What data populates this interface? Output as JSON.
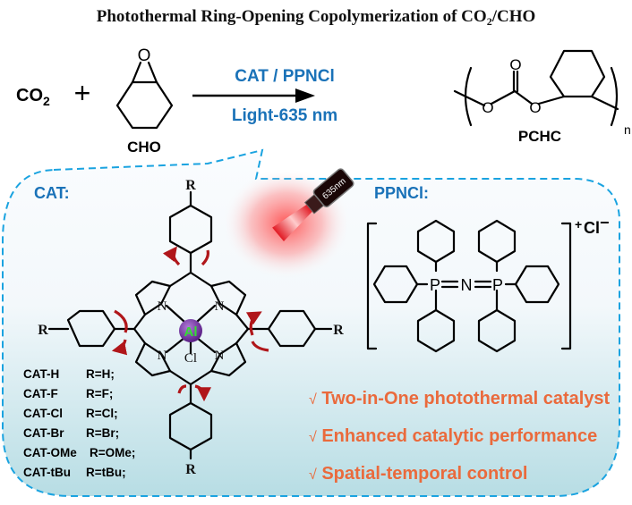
{
  "title": {
    "main": "Photothermal Ring-Opening Copolymerization of CO",
    "sub": "2",
    "tail": "/CHO"
  },
  "reaction": {
    "reactant1": {
      "text": "CO",
      "sub": "2"
    },
    "plus": "+",
    "epoxide_o": "O",
    "reactant2_label": "CHO",
    "condition_top": "CAT / PPNCl",
    "condition_bottom": "Light-635 nm",
    "product": {
      "carbonyl_o": "O",
      "ester_o1": "O",
      "ester_o2": "O",
      "repeat": "n",
      "label": "PCHC"
    }
  },
  "panel": {
    "cat_heading": "CAT:",
    "ppncl_heading": "PPNCl:",
    "laser_label": "635nm",
    "porphyrin": {
      "metal": "Al",
      "axial": "Cl",
      "n": "N",
      "r": "R"
    },
    "ppncl": {
      "p": "P",
      "n": "N",
      "charge": "+",
      "counterion": "Cl",
      "counter_charge": "−"
    },
    "variants": [
      {
        "name": "CAT-H",
        "r": "R=H;"
      },
      {
        "name": "CAT-F",
        "r": "R=F;"
      },
      {
        "name": "CAT-Cl",
        "r": "R=Cl;"
      },
      {
        "name": "CAT-Br",
        "r": "R=Br;"
      },
      {
        "name": "CAT-OMe",
        "r": "R=OMe;"
      },
      {
        "name": "CAT-tBu",
        "r": "R=tBu;"
      }
    ],
    "features": [
      {
        "check": "√",
        "text": "Two-in-One photothermal catalyst"
      },
      {
        "check": "√",
        "text": "Enhanced catalytic performance"
      },
      {
        "check": "√",
        "text": "Spatial-temporal control"
      }
    ]
  },
  "colors": {
    "blue": "#1a72b8",
    "orange": "#ea6a3c",
    "dash": "#1aa3e0",
    "laser": "#e0141e",
    "rotation_arrow": "#b0161a",
    "metal": "#7a3aa0",
    "metal_text": "#33dd33"
  }
}
